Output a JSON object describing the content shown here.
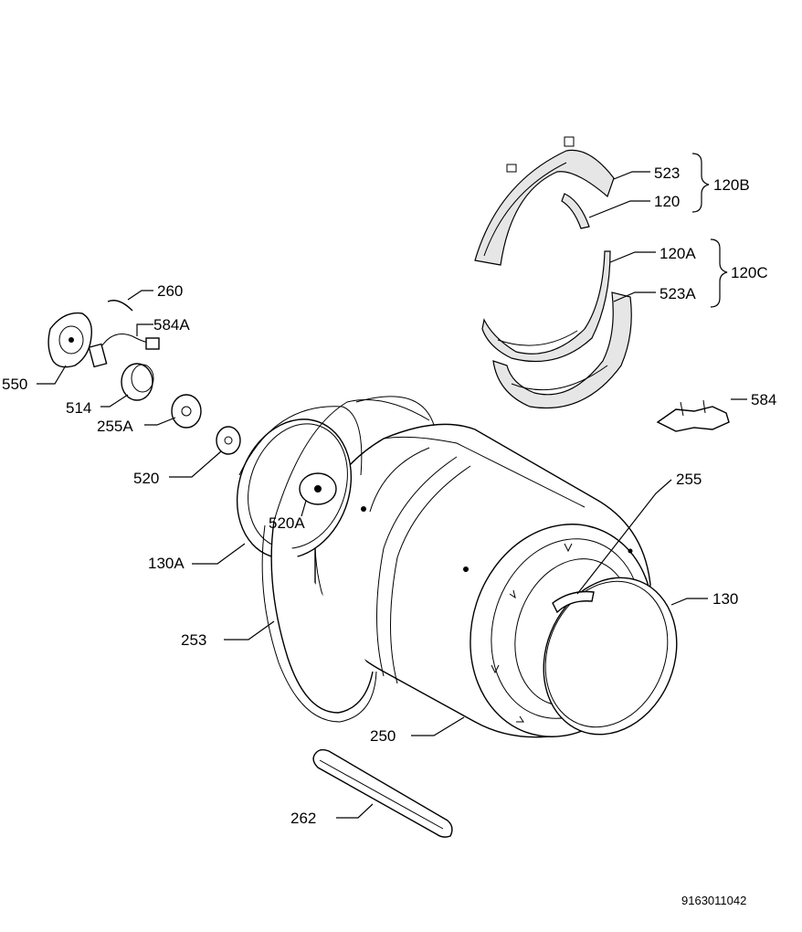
{
  "labels": {
    "p523": "523",
    "p120": "120",
    "p120B": "120B",
    "p120A": "120A",
    "p523A": "523A",
    "p120C": "120C",
    "p260": "260",
    "p584A": "584A",
    "p550": "550",
    "p514": "514",
    "p255A": "255A",
    "p520": "520",
    "p520A": "520A",
    "p584": "584",
    "p255": "255",
    "p130A": "130A",
    "p130": "130",
    "p253": "253",
    "p250": "250",
    "p262": "262"
  },
  "document_code": "9163011042"
}
